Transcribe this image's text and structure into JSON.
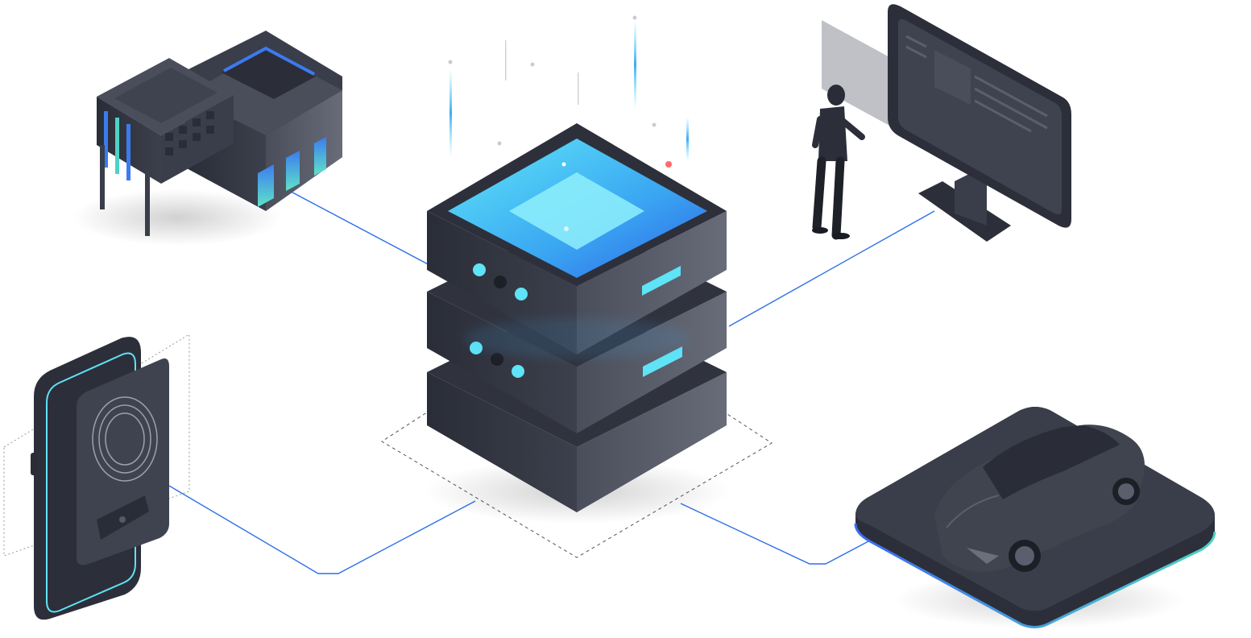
{
  "scene": {
    "kind": "isometric-illustration",
    "center": "server-stack",
    "connected_nodes": [
      "office-building",
      "mobile-phone",
      "person-at-monitor",
      "car-on-platform"
    ],
    "server_units": 3,
    "colors": {
      "background": "#ffffff",
      "device_dark": "#2c2f3a",
      "device_mid": "#3f4350",
      "device_light": "#5b5f6d",
      "glow_cyan": "#5fe3f6",
      "glow_blue": "#3b7bf0",
      "connection_line": "#2f6fe8",
      "accent_teal": "#4fd1c5",
      "indicator_red": "#ff6b6b"
    }
  }
}
